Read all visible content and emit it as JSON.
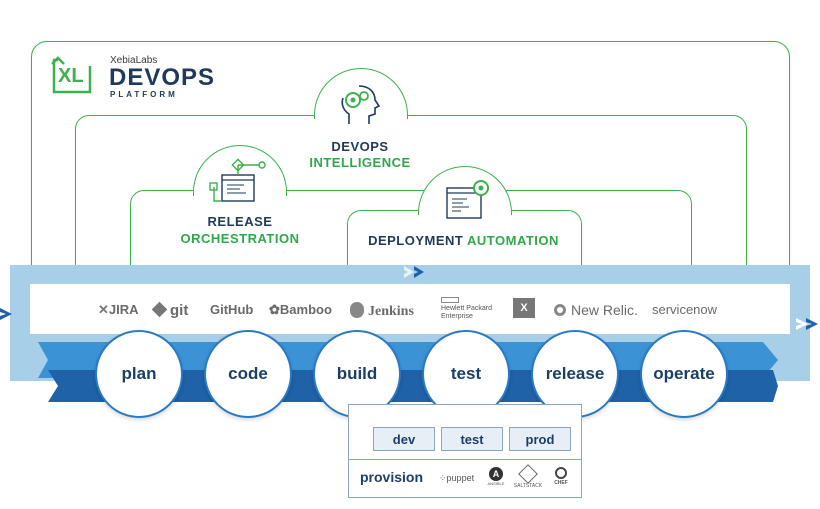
{
  "brand": {
    "logo_text": "XL",
    "company": "XebiaLabs",
    "product": "DEVOPS",
    "subtitle": "PLATFORM"
  },
  "layers": {
    "intelligence": {
      "line1": "DEVOPS",
      "line2": "INTELLIGENCE"
    },
    "release": {
      "line1": "RELEASE",
      "line2": "ORCHESTRATION"
    },
    "deployment": {
      "line1": "DEPLOYMENT",
      "line2": "AUTOMATION"
    }
  },
  "tools": [
    {
      "label": "JIRA",
      "icon": "jira-icon"
    },
    {
      "label": "git",
      "icon": "git-icon"
    },
    {
      "label": "GitHub",
      "icon": "github-icon"
    },
    {
      "label": "Bamboo",
      "icon": "bamboo-icon"
    },
    {
      "label": "Jenkins",
      "icon": "jenkins-icon"
    },
    {
      "label": "Hewlett Packard Enterprise",
      "icon": "hpe-icon"
    },
    {
      "label": "",
      "icon": "excel-icon"
    },
    {
      "label": "New Relic.",
      "icon": "new-relic-icon"
    },
    {
      "label": "servicenow",
      "icon": "servicenow-icon"
    }
  ],
  "stages": [
    "plan",
    "code",
    "build",
    "test",
    "release",
    "operate"
  ],
  "environments": [
    "dev",
    "test",
    "prod"
  ],
  "provision": {
    "label": "provision",
    "tools": [
      "puppet",
      "ANSIBLE",
      "SALTSTACK",
      "CHEF"
    ]
  },
  "colors": {
    "green": "#3cb24a",
    "navy": "#1f3a5a",
    "band_light": "#a8cfe8",
    "band_blue": "#2a79c4",
    "band_dark": "#1f62a8"
  }
}
